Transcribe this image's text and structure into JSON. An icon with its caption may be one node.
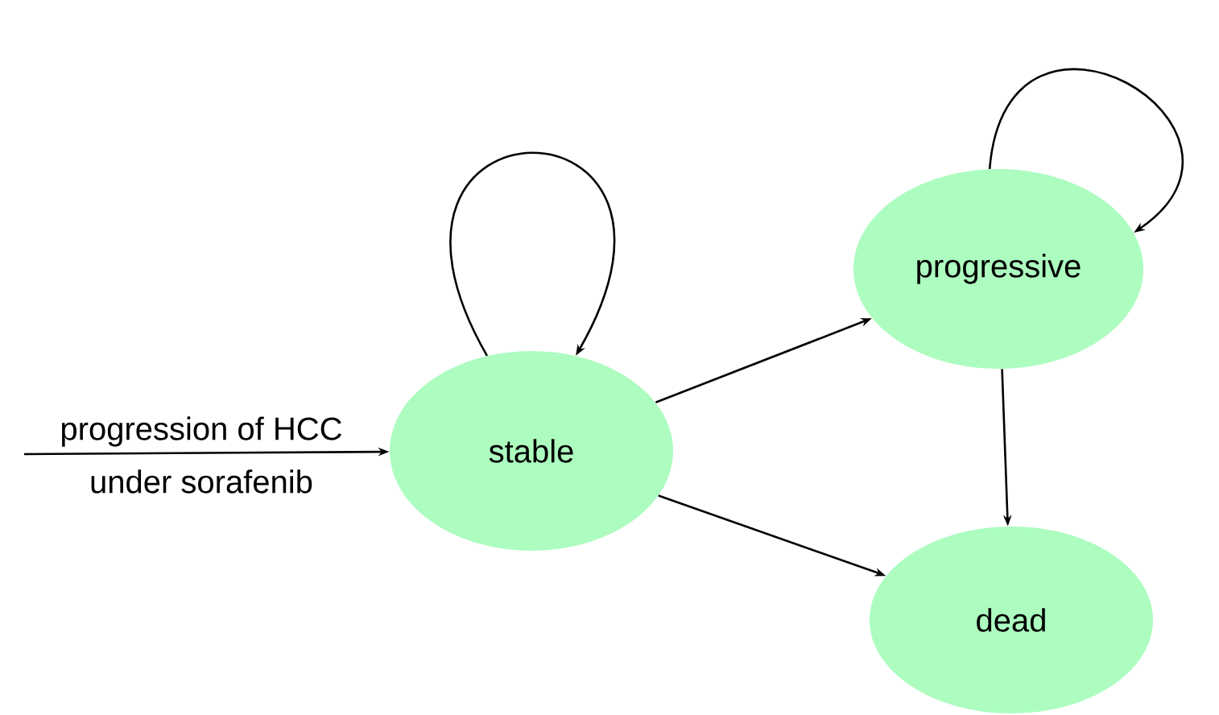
{
  "diagram": {
    "nodes": [
      {
        "text": [
          "stable"
        ]
      },
      {
        "text": [
          "progressive"
        ]
      },
      {
        "text": [
          "dead"
        ]
      }
    ],
    "edges": [
      {
        "from": null,
        "to": 0,
        "arrow": "to"
      },
      {
        "from": 0,
        "to": 0,
        "arrow": "to"
      },
      {
        "from": 0,
        "to": 1,
        "arrow": "to"
      },
      {
        "from": 0,
        "to": 2,
        "arrow": "to"
      },
      {
        "from": 1,
        "to": 1,
        "arrow": "to"
      },
      {
        "from": 1,
        "to": 2,
        "arrow": "to"
      }
    ],
    "labels": [
      "progression of HCC",
      "under sorafenib"
    ]
  }
}
